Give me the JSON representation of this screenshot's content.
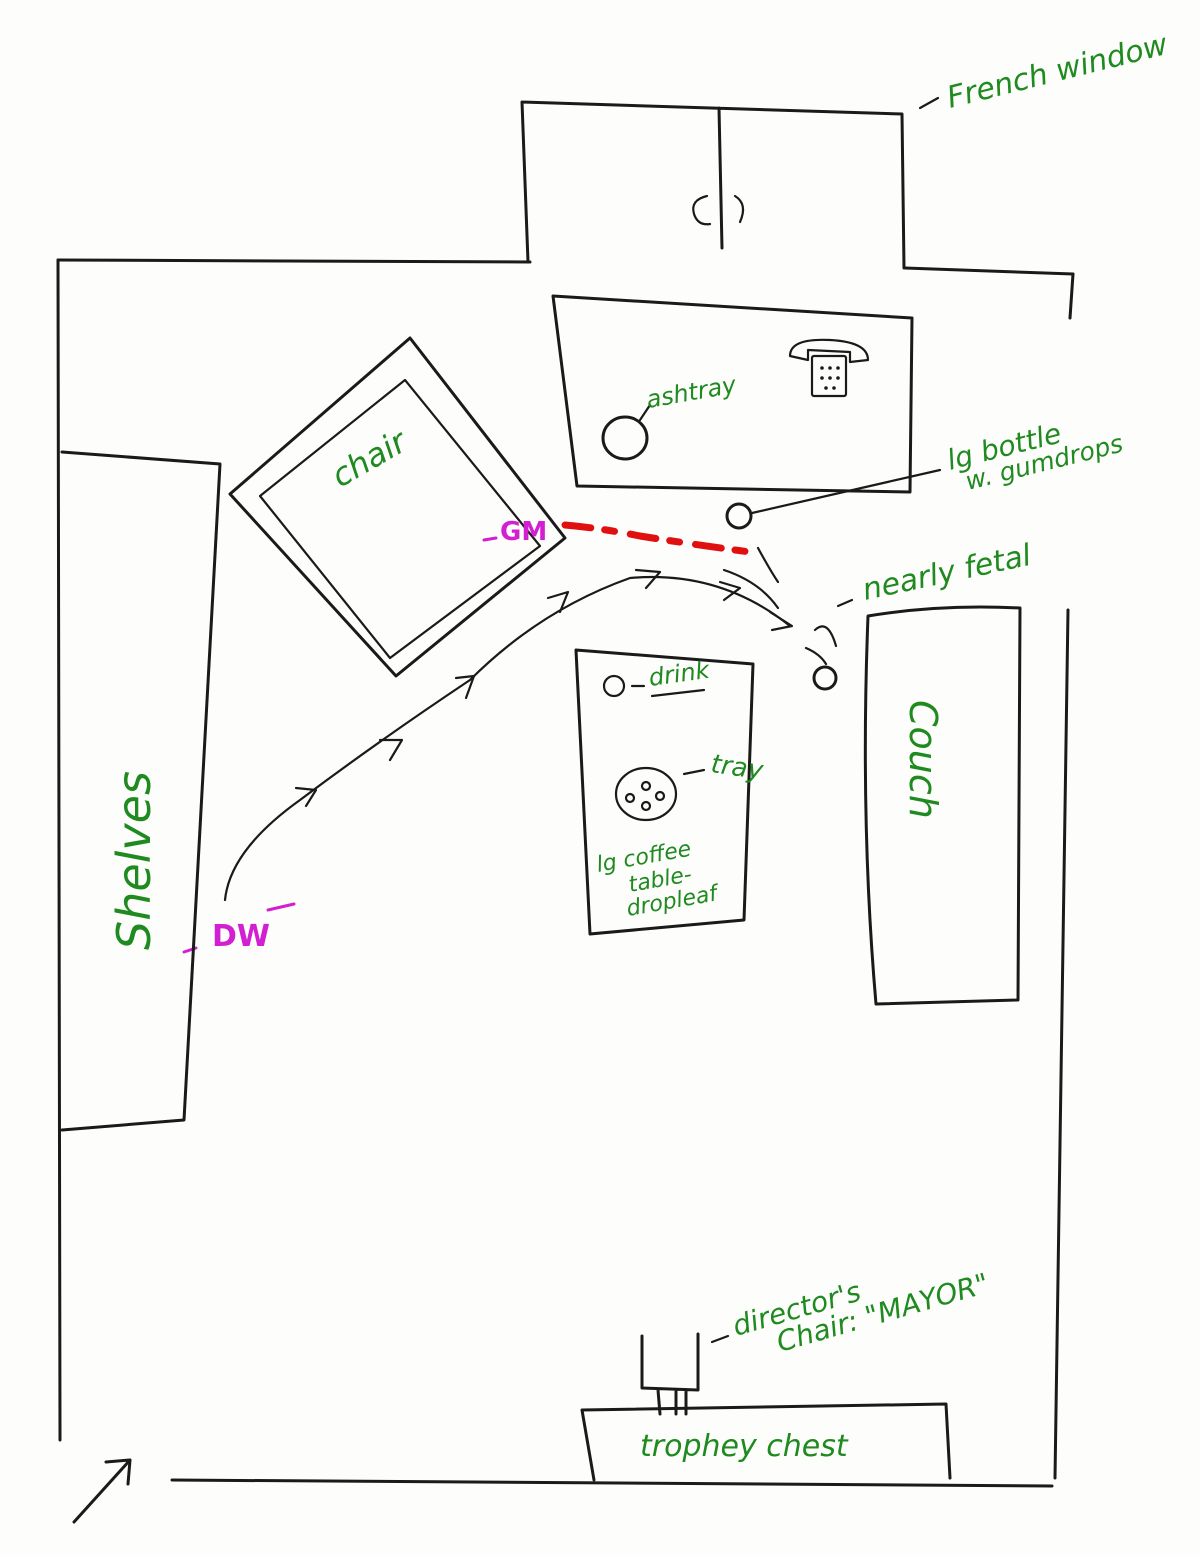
{
  "labels": {
    "french_window": "French window",
    "ashtray": "ashtray",
    "bottle": "lg bottle w. gumdrops",
    "bottle_line1": "lg bottle",
    "bottle_line2": "w. gumdrops",
    "chair": "chair",
    "gm": "GM",
    "nearly_fetal": "nearly fetal",
    "drink": "drink",
    "tray": "tray",
    "coffee_table_line1": "lg coffee",
    "coffee_table_line2": "table-",
    "coffee_table_line3": "dropleaf",
    "couch": "Couch",
    "shelves": "Shelves",
    "dw": "DW",
    "directors_chair_line1": "director's",
    "directors_chair_line2": "Chair: \"MAYOR\"",
    "trophy_chest": "trophey chest"
  },
  "colors": {
    "ink": "#1a1a1a",
    "label_green": "#1f8a1f",
    "marker_magenta": "#d21fd2",
    "path_red": "#e01010"
  },
  "icons": {
    "telephone": "telephone-icon",
    "entry_arrow": "arrow-up-right-icon"
  }
}
